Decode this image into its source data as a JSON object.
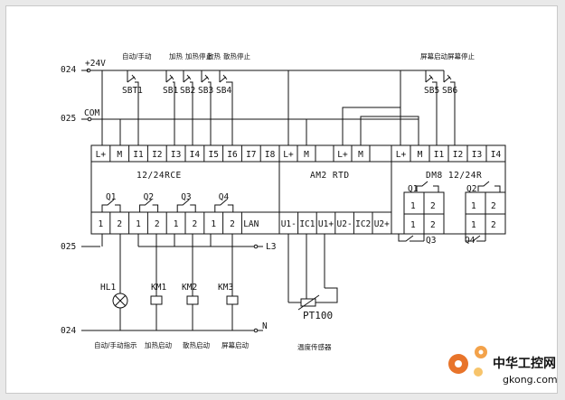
{
  "rails": {
    "v24": {
      "left_label": "024",
      "label": "+24V"
    },
    "com": {
      "left_label": "025",
      "label": "COM"
    },
    "bottom_025": "025",
    "bottom_024": "024",
    "l3": "L3",
    "n": "N"
  },
  "buttons": [
    {
      "id": "SBT1",
      "caption": "自动/手动"
    },
    {
      "id": "SB1",
      "caption": "加热"
    },
    {
      "id": "SB2",
      "caption": "加热停止"
    },
    {
      "id": "SB3",
      "caption": "散热"
    },
    {
      "id": "SB4",
      "caption": "散热停止"
    },
    {
      "id": "SB5",
      "caption": "屏幕启动"
    },
    {
      "id": "SB6",
      "caption": "屏幕停止"
    }
  ],
  "modules": {
    "main": {
      "name": "12/24RCE",
      "top_terminals": [
        "L+",
        "M",
        "I1",
        "I2",
        "I3",
        "I4",
        "I5",
        "I6",
        "I7",
        "I8"
      ],
      "bottom_terminals": [
        "1",
        "2",
        "1",
        "2",
        "1",
        "2",
        "1",
        "2",
        "LAN"
      ],
      "relays": [
        "Q1",
        "Q2",
        "Q3",
        "Q4"
      ]
    },
    "am2": {
      "name": "AM2 RTD",
      "top_terminals": [
        "L+",
        "M",
        "L+",
        "M"
      ],
      "bottom_terminals": [
        "U1-",
        "IC1",
        "U1+",
        "U2-",
        "IC2",
        "U2+"
      ]
    },
    "dm8": {
      "name": "DM8 12/24R",
      "top_terminals": [
        "L+",
        "M",
        "I1",
        "I2",
        "I3",
        "I4"
      ],
      "relays": [
        "Q1",
        "Q2"
      ],
      "relay_terminals": [
        "1",
        "2",
        "1",
        "2",
        "1",
        "2",
        "1",
        "2"
      ],
      "outputs": [
        "Q3",
        "Q4"
      ]
    }
  },
  "loads": [
    {
      "id": "HL1",
      "caption": "自动/手动指示"
    },
    {
      "id": "KM1",
      "caption": "加热启动"
    },
    {
      "id": "KM2",
      "caption": "散热启动"
    },
    {
      "id": "KM3",
      "caption": "屏幕启动"
    }
  ],
  "sensor": {
    "id": "PT100",
    "caption": "温度传感器"
  },
  "watermark": {
    "text": "中华工控网",
    "url": "gkong.com",
    "color": "#e8742a"
  }
}
